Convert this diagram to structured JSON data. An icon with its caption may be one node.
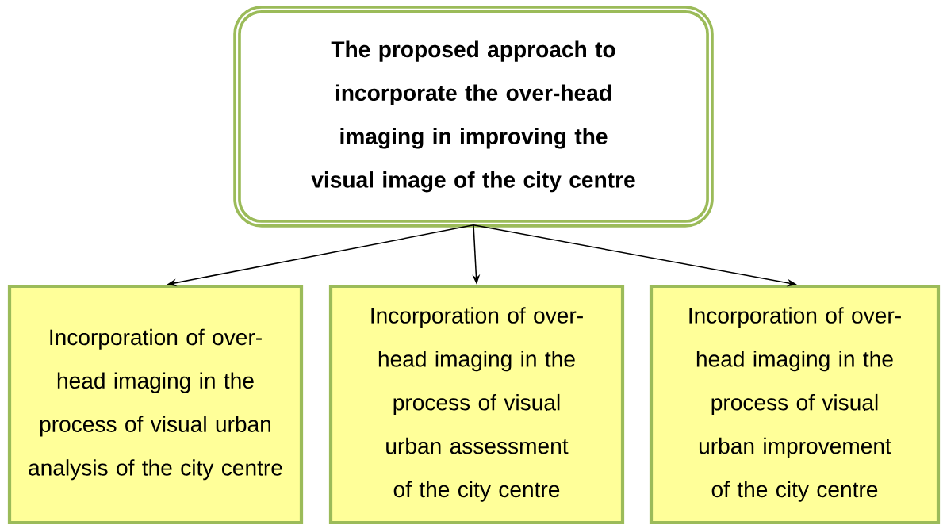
{
  "diagram": {
    "nodes": [
      {
        "text": [
          "The proposed approach to incorporate the over-head imaging in improving the visual image of the city centre"
        ]
      },
      {
        "text": [
          "Incorporation of over-head imaging in the process of visual urban analysis of the city centre"
        ]
      },
      {
        "text": [
          "Incorporation of over-head imaging in the process of visual urban assessment of the city centre"
        ]
      },
      {
        "text": [
          "Incorporation of over-head imaging in the process of visual urban improvement of the city centre"
        ]
      }
    ],
    "edges": [
      {
        "from": 0,
        "to": 1,
        "arrow": "to"
      },
      {
        "from": 0,
        "to": 2,
        "arrow": "to"
      },
      {
        "from": 0,
        "to": 3,
        "arrow": "to"
      }
    ]
  }
}
